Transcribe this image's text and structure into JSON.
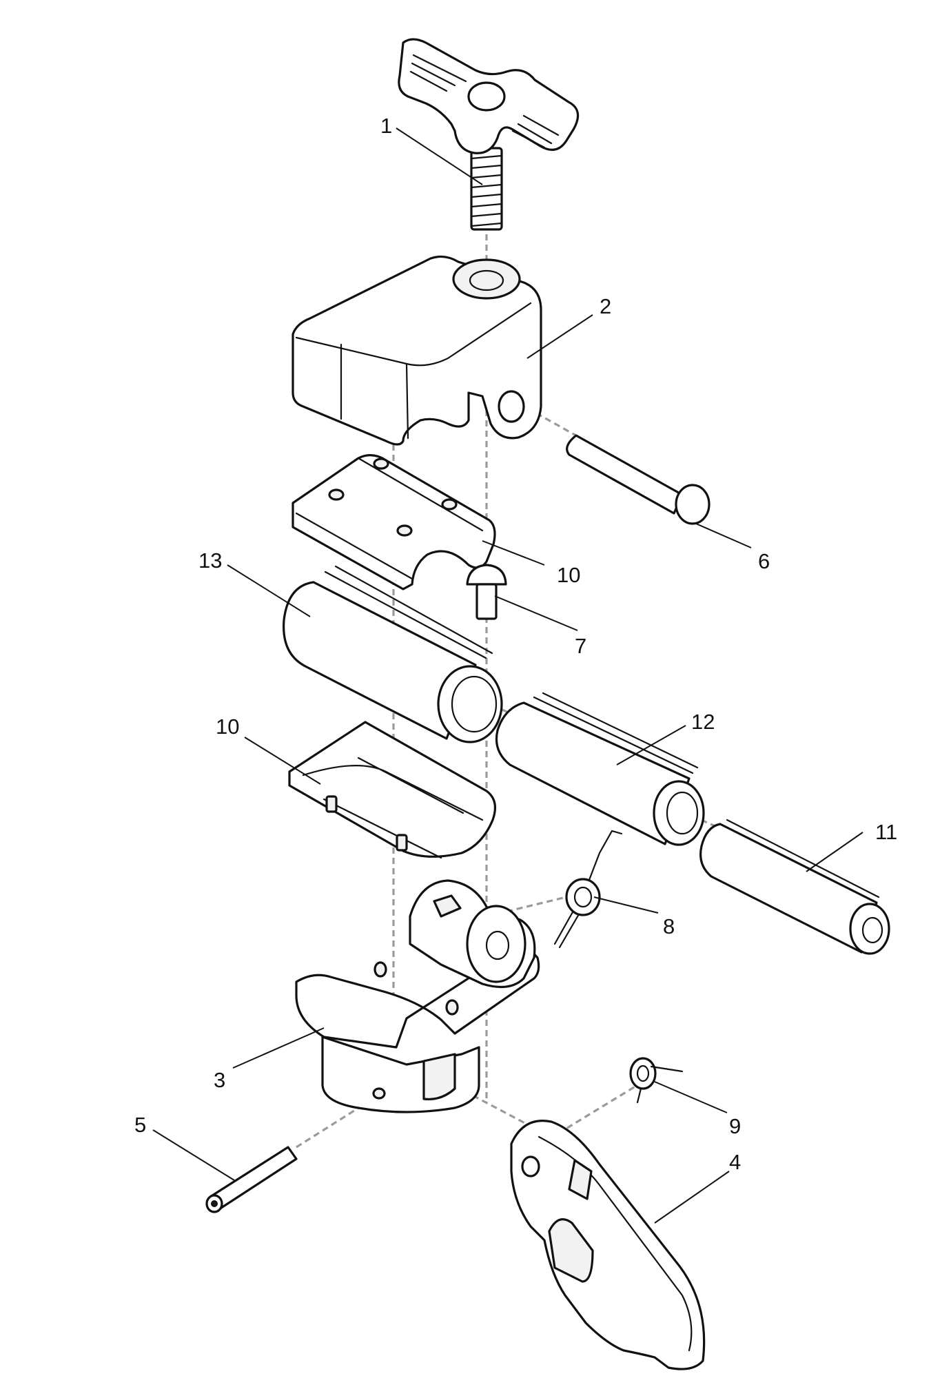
{
  "callouts": [
    {
      "id": "1",
      "label": "1"
    },
    {
      "id": "2",
      "label": "2"
    },
    {
      "id": "3",
      "label": "3"
    },
    {
      "id": "4",
      "label": "4"
    },
    {
      "id": "5",
      "label": "5"
    },
    {
      "id": "6",
      "label": "6"
    },
    {
      "id": "7",
      "label": "7"
    },
    {
      "id": "8",
      "label": "8"
    },
    {
      "id": "9",
      "label": "9"
    },
    {
      "id": "10a",
      "label": "10"
    },
    {
      "id": "10b",
      "label": "10"
    },
    {
      "id": "11",
      "label": "11"
    },
    {
      "id": "12",
      "label": "12"
    },
    {
      "id": "13",
      "label": "13"
    }
  ],
  "colors": {
    "line": "#111111",
    "axis": "#9a9a9a",
    "background": "#ffffff"
  }
}
